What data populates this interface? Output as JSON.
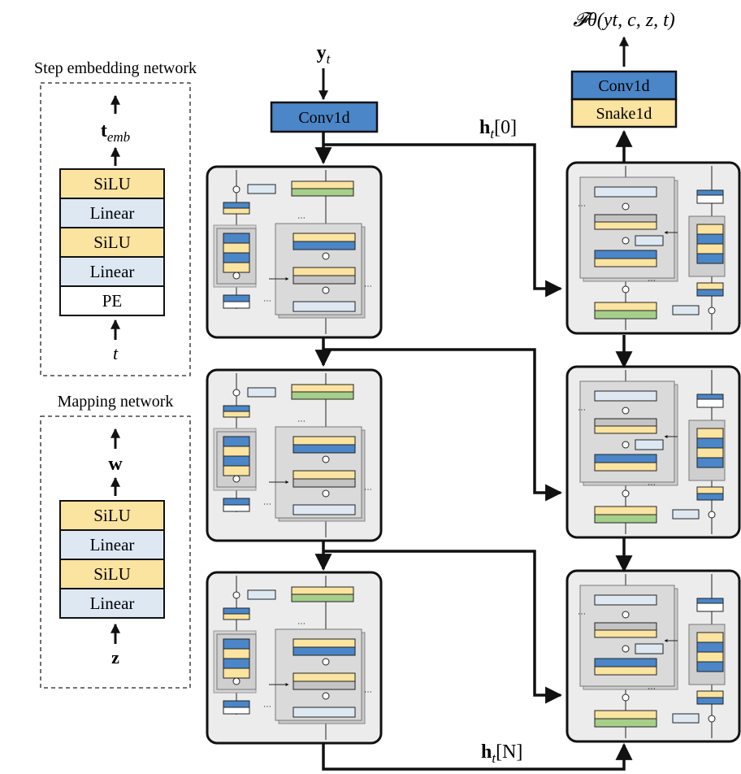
{
  "colors": {
    "blue": "#4a86c8",
    "yellow": "#fbe3a0",
    "lightblue": "#dde8f3",
    "green": "#a6cf8a",
    "grey": "#c4c4c4",
    "panel": "#ececec",
    "border": "#111111"
  },
  "step_embedding": {
    "title": "Step embedding network",
    "output": "t",
    "output_sub": "emb",
    "layers": [
      "SiLU",
      "Linear",
      "SiLU",
      "Linear",
      "PE"
    ],
    "input": "t"
  },
  "mapping": {
    "title": "Mapping network",
    "output": "w",
    "layers": [
      "SiLU",
      "Linear",
      "SiLU",
      "Linear"
    ],
    "input": "z"
  },
  "main": {
    "input_base": "y",
    "input_sub": "t",
    "conv_in": "Conv1d",
    "conv_out": "Conv1d",
    "snake_out": "Snake1d",
    "skip_first": "h",
    "skip_first_sub": "t",
    "skip_first_idx": "[0]",
    "skip_last": "h",
    "skip_last_sub": "t",
    "skip_last_idx": "[N]",
    "output": "𝓕θ(yt, c, z, t)",
    "dots": "⋯"
  }
}
